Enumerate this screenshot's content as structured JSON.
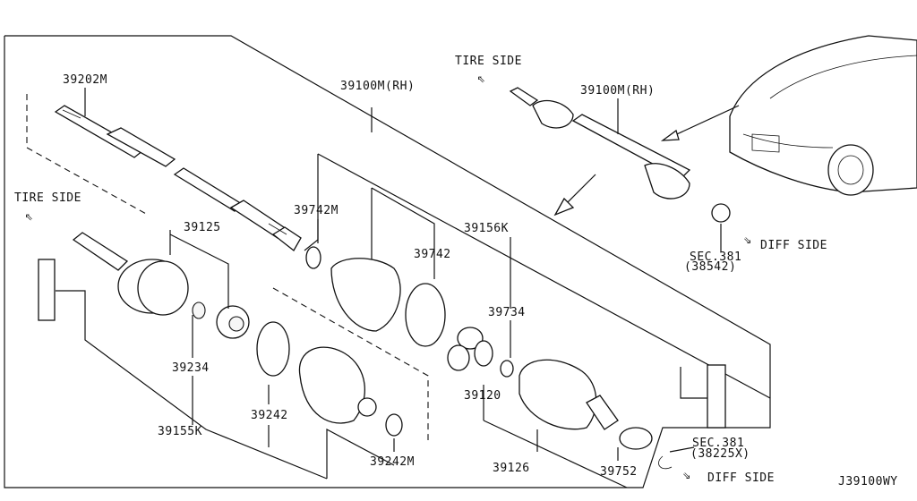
{
  "labels": {
    "p39202M": "39202M",
    "p39100M_main": "39100M(RH)",
    "p39100M_inset": "39100M(RH)",
    "p39742M": "39742M",
    "p39125": "39125",
    "p39742": "39742",
    "p39156K": "39156K",
    "p39734": "39734",
    "p39234": "39234",
    "p39120": "39120",
    "p39155K": "39155K",
    "p39242": "39242",
    "p39242M": "39242M",
    "p39126": "39126",
    "p39752": "39752",
    "sec381_top": "SEC.381",
    "sec381_top_sub": "(38542)",
    "sec381_bottom": "SEC.381",
    "sec381_bottom_sub": "(38225X)",
    "tire_side_left": "TIRE SIDE",
    "tire_side_top": "TIRE SIDE",
    "diff_side_top": "DIFF SIDE",
    "diff_side_bottom": "DIFF SIDE",
    "diagram_code": "J39100WY"
  },
  "icons": {
    "arrow_glyph": "⇖",
    "arrow_glyph_se": "⇘"
  }
}
